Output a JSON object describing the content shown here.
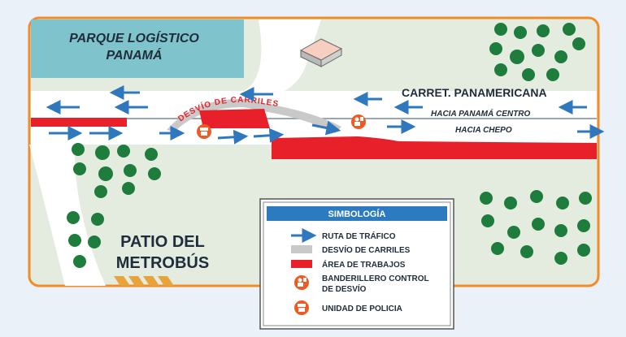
{
  "map": {
    "place_logistics": [
      "PARQUE LOGÍSTICO",
      "PANAMÁ"
    ],
    "road_name": "CARRET. PANAMERICANA",
    "lane_upper": "HACIA PANAMÁ CENTRO",
    "lane_lower": "HACIA CHEPO",
    "detour_label": "DESVÍO DE CARRILES",
    "place_metro": [
      "PATIO DEL",
      "METROBÚS"
    ]
  },
  "legend": {
    "title": "SIMBOLOGÍA",
    "items": [
      {
        "label": [
          "RUTA DE TRÁFICO"
        ],
        "icon": "blue-arrow-icon"
      },
      {
        "label": [
          "DESVÍO DE CARRILES"
        ],
        "icon": "gray-swatch-icon"
      },
      {
        "label": [
          "ÁREA DE TRABAJOS"
        ],
        "icon": "red-swatch-icon"
      },
      {
        "label": [
          "BANDERILLERO CONTROL",
          "DE DESVÍO"
        ],
        "icon": "flagger-icon"
      },
      {
        "label": [
          "UNIDAD DE POLICIA"
        ],
        "icon": "police-icon"
      }
    ]
  },
  "colors": {
    "frame": "#f28c28",
    "ground": "#e4ecdf",
    "road": "#ffffff",
    "work_area": "#e8202a",
    "detour": "#c9c9c9",
    "arrow": "#2f78bd",
    "water": "#7fc3cc",
    "legend_header": "#2c7bc0"
  }
}
